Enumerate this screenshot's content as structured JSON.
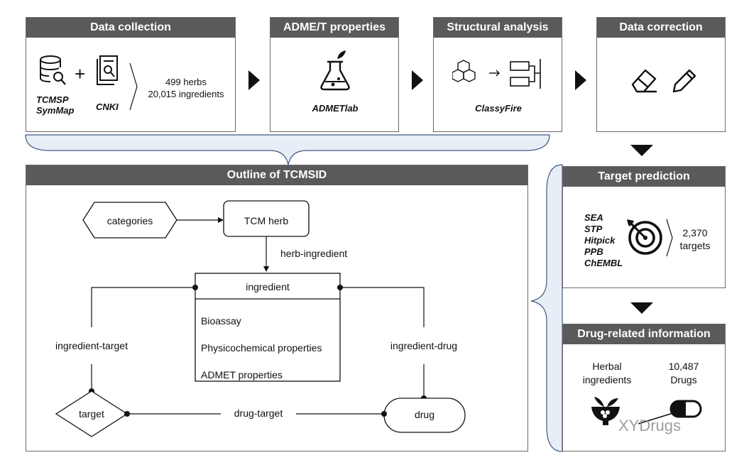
{
  "panels": {
    "data_collection": {
      "title": "Data collection",
      "source_a": [
        "TCMSP",
        "SymMap"
      ],
      "source_b": "CNKI",
      "stats": [
        "499 herbs",
        "20,015 ingredients"
      ]
    },
    "adme": {
      "title": "ADME/T properties",
      "tool": "ADMETlab"
    },
    "structural": {
      "title": "Structural analysis",
      "tool": "ClassyFire"
    },
    "correction": {
      "title": "Data correction"
    },
    "outline": {
      "title": "Outline  of TCMSID"
    },
    "target_prediction": {
      "title": "Target prediction",
      "tools": [
        "SEA",
        "STP",
        "Hitpick",
        "PPB",
        "ChEMBL"
      ],
      "count": "2,370",
      "unit": "targets"
    },
    "drug_info": {
      "title": "Drug-related information",
      "left_label": [
        "Herbal",
        "ingredients"
      ],
      "right_label": [
        "10,487",
        "Drugs"
      ],
      "watermark": "XYDrugs"
    }
  },
  "diagram": {
    "categories": "categories",
    "tcm_herb": "TCM herb",
    "herb_ingredient": "herb-ingredient",
    "ingredient": "ingredient",
    "ingredient_props": [
      "Bioassay",
      "Physicochemical properties",
      "ADMET properties"
    ],
    "ingredient_target": "ingredient-target",
    "ingredient_drug": "ingredient-drug",
    "target": "target",
    "drug": "drug",
    "drug_target": "drug-target"
  },
  "colors": {
    "header": "#5a5a5a",
    "border": "#6b6b6b",
    "brace": "#e8eef6",
    "brace_stroke": "#3d5a80"
  }
}
